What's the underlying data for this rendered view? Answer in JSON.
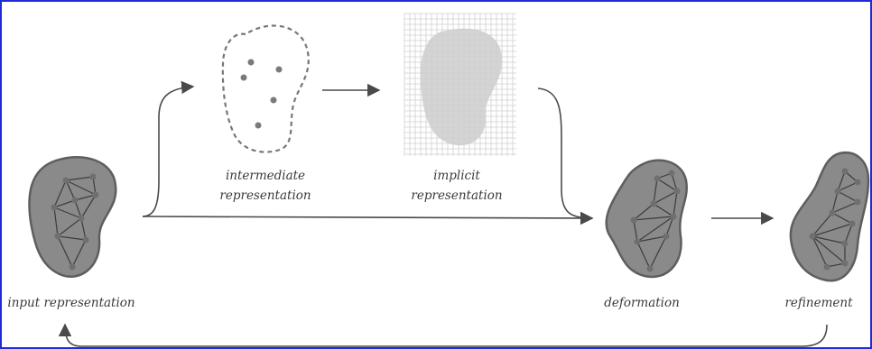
{
  "frame": {
    "border_color": "#1f2bd6"
  },
  "colors": {
    "blob_fill": "#8a8a8a",
    "blob_stroke": "#5e5e5e",
    "mesh": "#3c3c3c",
    "vertex": "#6f6f6f",
    "arrow": "#4a4a4a",
    "grid": "#cfcfcf",
    "implicit_fill": "#d4d4d4"
  },
  "labels": {
    "input": "input representation",
    "intermediate_line1": "intermediate",
    "intermediate_line2": "representation",
    "implicit_line1": "implicit",
    "implicit_line2": "representation",
    "deformation": "deformation",
    "refinement": "refinement"
  }
}
